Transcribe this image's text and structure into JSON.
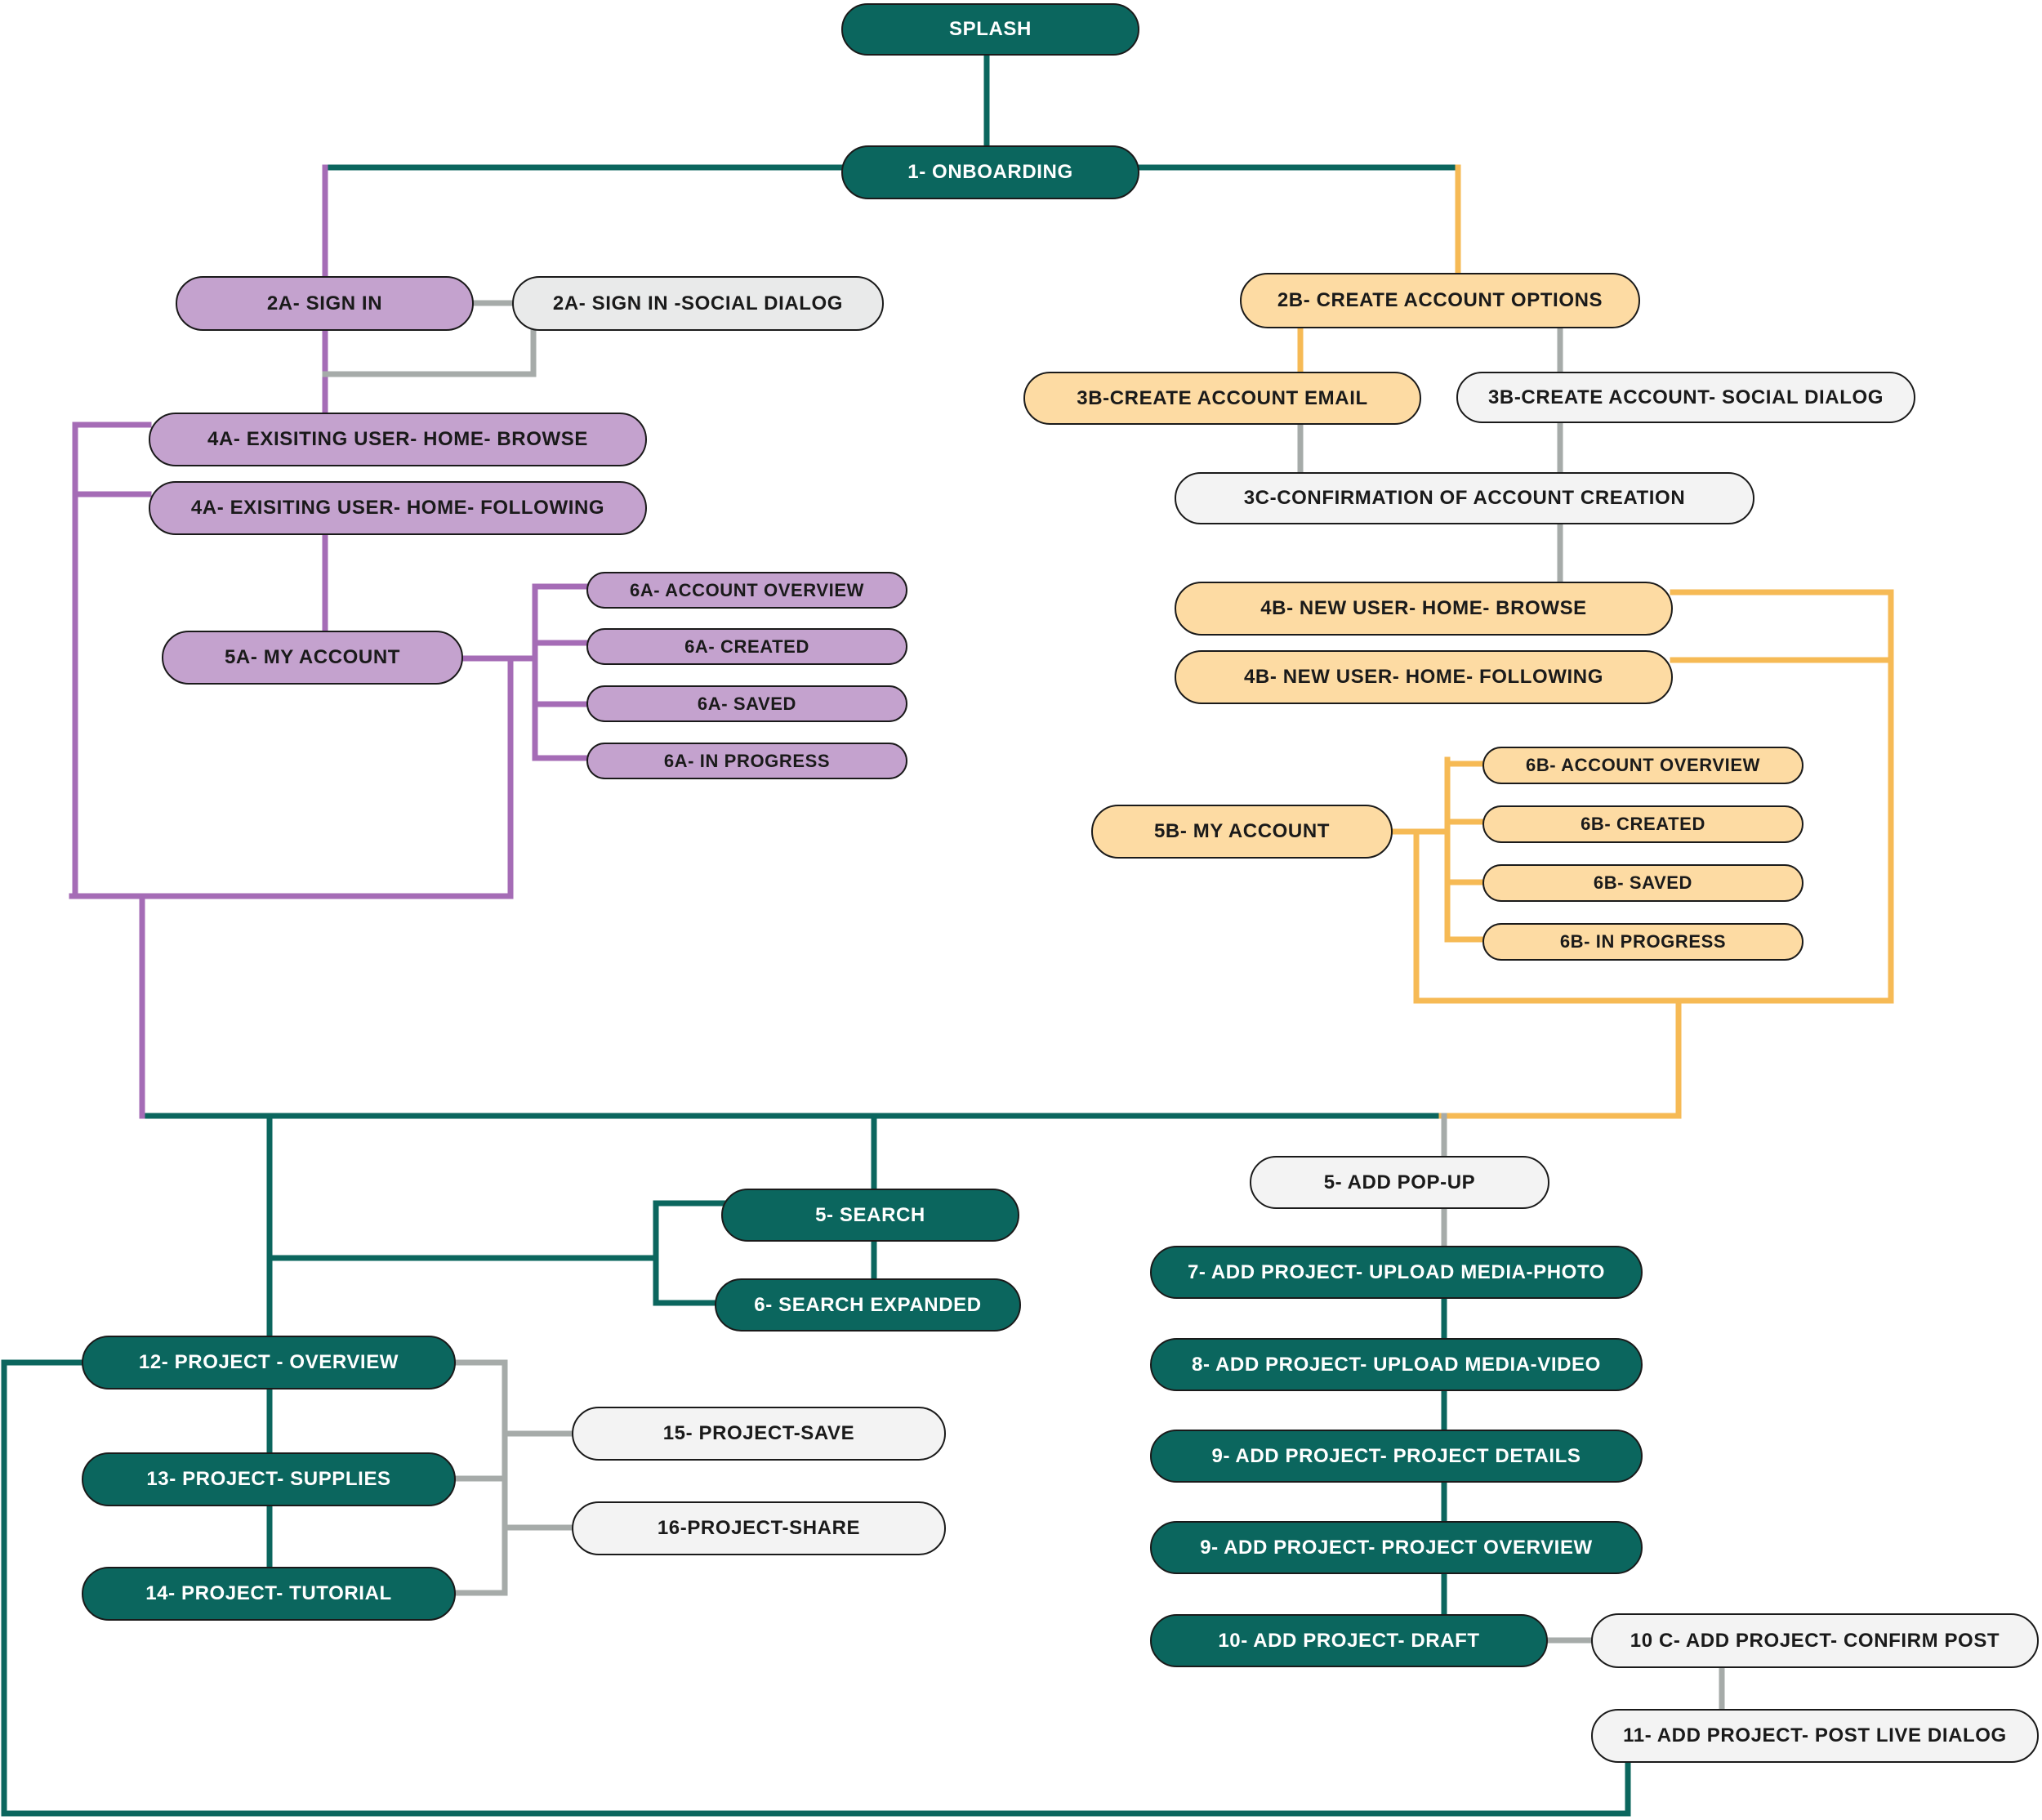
{
  "colors": {
    "teal": "#0b665e",
    "purple": "#a56cb6",
    "orange": "#f6ba55",
    "gray": "#a6aba9"
  },
  "nodes": {
    "splash": "SPLASH",
    "onboarding": "1- ONBOARDING",
    "sign_in": "2A- SIGN IN",
    "sign_in_social": "2A- SIGN IN -SOCIAL DIALOG",
    "create_account_options": "2B- CREATE ACCOUNT OPTIONS",
    "create_account_email": "3B-CREATE ACCOUNT EMAIL",
    "create_account_social": "3B-CREATE ACCOUNT- SOCIAL DIALOG",
    "confirmation": "3C-CONFIRMATION OF ACCOUNT CREATION",
    "existing_browse": "4A- EXISITING USER- HOME- BROWSE",
    "existing_following": "4A- EXISITING USER- HOME- FOLLOWING",
    "my_account_a": "5A- MY ACCOUNT",
    "a_overview": "6A- ACCOUNT OVERVIEW",
    "a_created": "6A- CREATED",
    "a_saved": "6A- SAVED",
    "a_in_progress": "6A- IN PROGRESS",
    "new_browse": "4B- NEW USER- HOME- BROWSE",
    "new_following": "4B- NEW USER- HOME- FOLLOWING",
    "my_account_b": "5B- MY ACCOUNT",
    "b_overview": "6B- ACCOUNT OVERVIEW",
    "b_created": "6B- CREATED",
    "b_saved": "6B- SAVED",
    "b_in_progress": "6B- IN PROGRESS",
    "search": "5- SEARCH",
    "search_expanded": "6- SEARCH EXPANDED",
    "add_popup": "5- ADD POP-UP",
    "upload_photo": "7- ADD PROJECT- UPLOAD MEDIA-PHOTO",
    "upload_video": "8- ADD PROJECT- UPLOAD MEDIA-VIDEO",
    "project_details": "9- ADD PROJECT- PROJECT DETAILS",
    "project_overview_add": "9- ADD PROJECT- PROJECT OVERVIEW",
    "draft": "10- ADD PROJECT- DRAFT",
    "confirm_post": "10 C- ADD PROJECT- CONFIRM POST",
    "post_live": "11- ADD PROJECT- POST LIVE DIALOG",
    "project_overview": "12- PROJECT - OVERVIEW",
    "project_supplies": "13- PROJECT- SUPPLIES",
    "project_tutorial": "14- PROJECT- TUTORIAL",
    "project_save": "15- PROJECT-SAVE",
    "project_share": "16-PROJECT-SHARE"
  }
}
